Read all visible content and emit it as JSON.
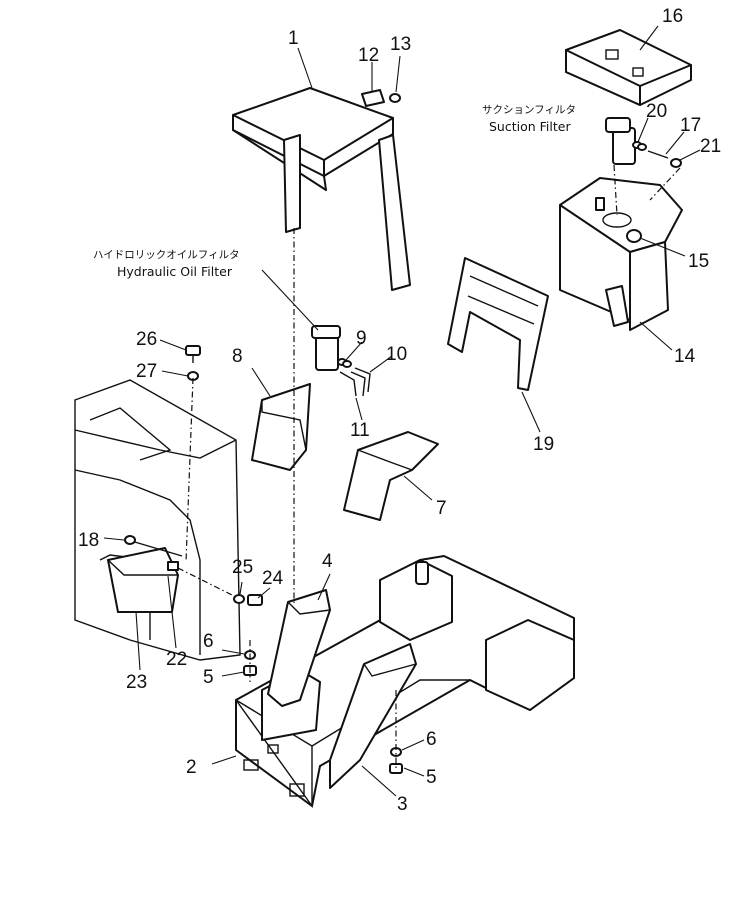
{
  "callouts": {
    "c1": "1",
    "c2": "2",
    "c3": "3",
    "c4": "4",
    "c5a": "5",
    "c5b": "5",
    "c6a": "6",
    "c6b": "6",
    "c7": "7",
    "c8": "8",
    "c9": "9",
    "c10": "10",
    "c11": "11",
    "c12": "12",
    "c13": "13",
    "c14": "14",
    "c15": "15",
    "c16": "16",
    "c17": "17",
    "c18": "18",
    "c19": "19",
    "c20": "20",
    "c21": "21",
    "c22": "22",
    "c23": "23",
    "c24": "24",
    "c25": "25",
    "c26": "26",
    "c27": "27"
  },
  "labels": {
    "hydraulic_filter_jp": "ハイドロリックオイルフィルタ",
    "hydraulic_filter_en": "Hydraulic Oil Filter",
    "suction_filter_jp": "サクションフィルタ",
    "suction_filter_en": "Suction Filter"
  }
}
